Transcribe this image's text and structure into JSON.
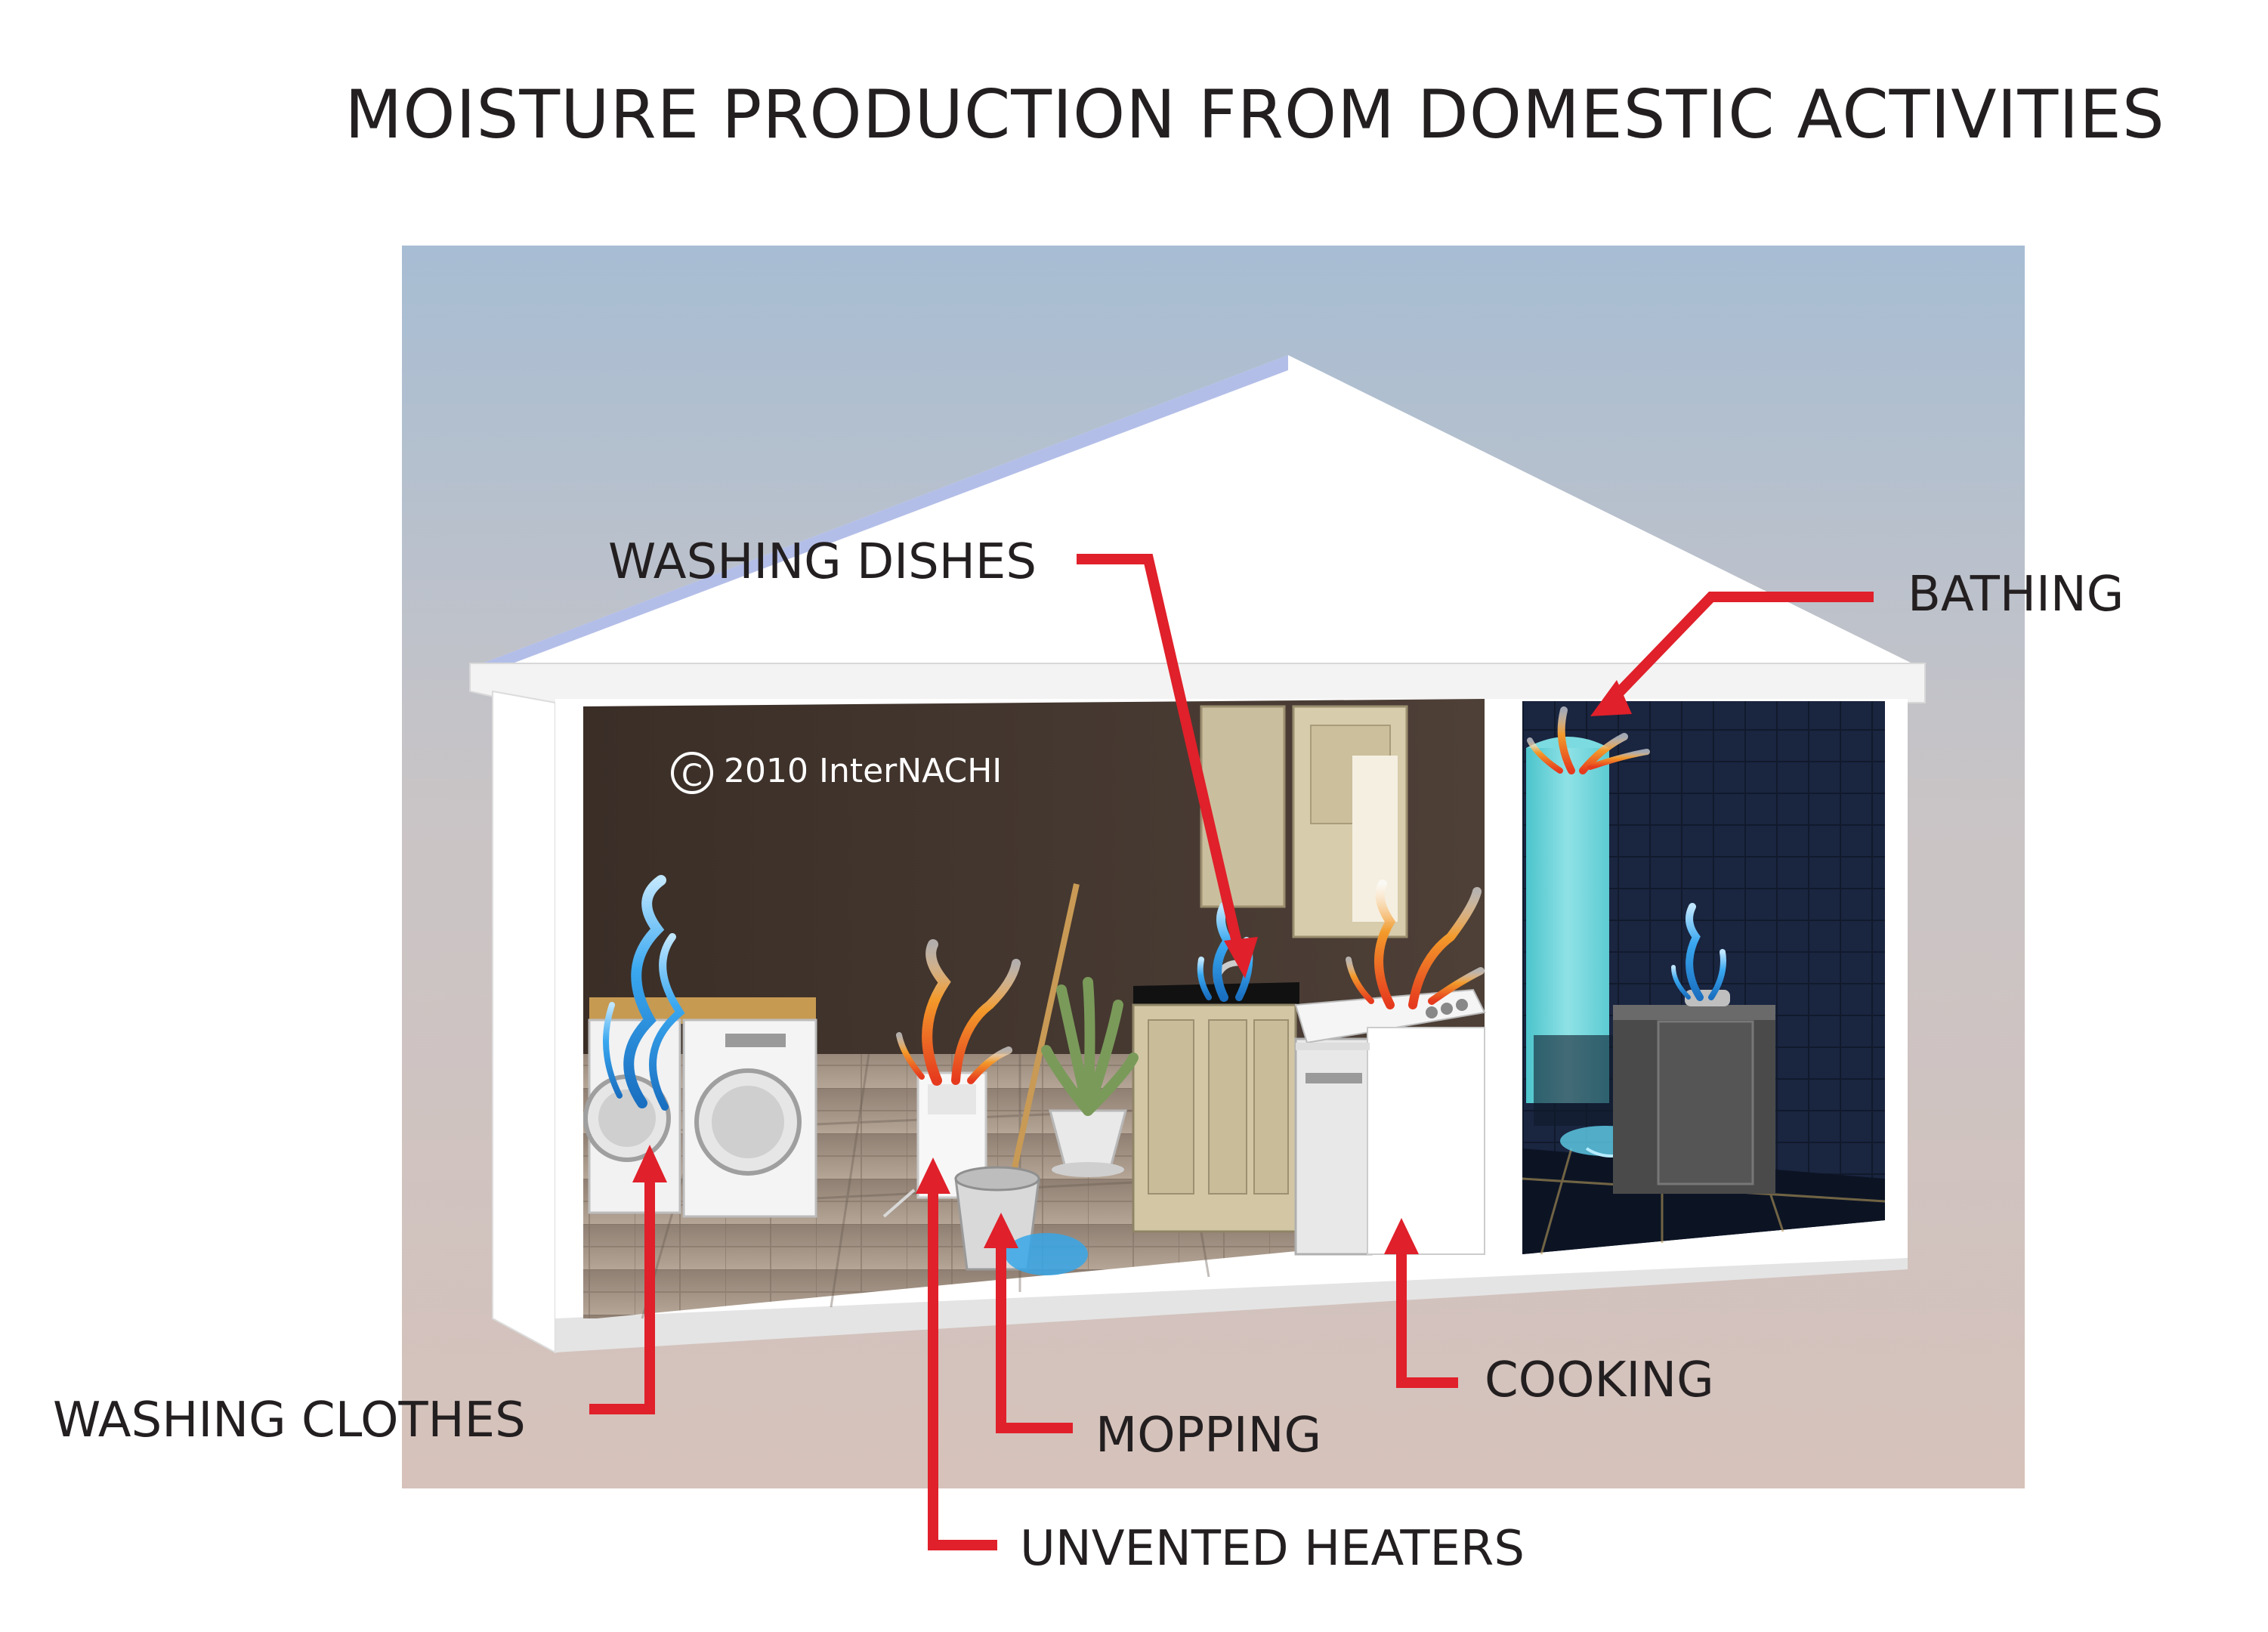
{
  "title": "MOISTURE PRODUCTION FROM DOMESTIC ACTIVITIES",
  "copyright": {
    "symbol": "C",
    "text": "2010  InterNACHI"
  },
  "labels": {
    "washing_dishes": "WASHING DISHES",
    "bathing": "BATHING",
    "cooking": "COOKING",
    "washing_clothes": "WASHING CLOTHES",
    "mopping": "MOPPING",
    "unvented_heaters": "UNVENTED HEATERS"
  },
  "colors": {
    "arrow": "#e0202a",
    "text": "#231f20",
    "sky_top": "#a7bdd3",
    "sky_bottom": "#d8c4bc",
    "wall_dark": "#3e3129",
    "house_white": "#ffffff",
    "steam_blue": "#2a8fd8",
    "steam_flame": "#f07a22",
    "bath_tile": "#0f1a2e",
    "tub_cyan": "#6fd3da"
  }
}
